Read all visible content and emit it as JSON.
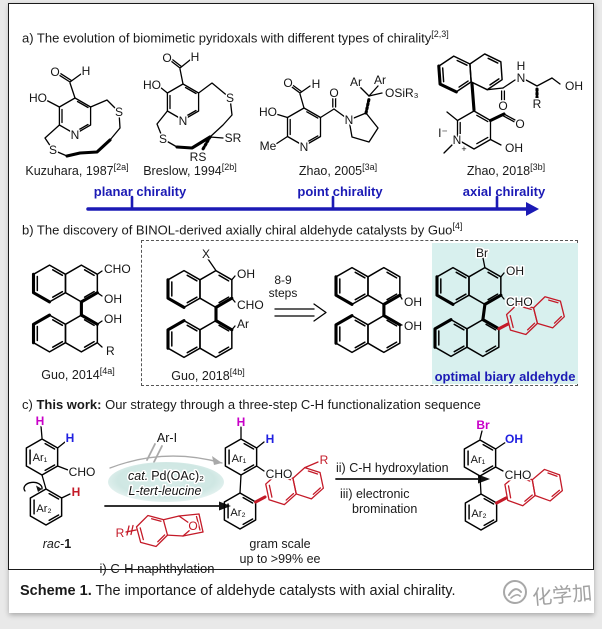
{
  "colors": {
    "blue": "#1b1ab5",
    "red": "#c41a28",
    "magenta": "#c800c8",
    "atom_blue": "#2020e0",
    "cyan_bg": "#d8f0ee",
    "teal_oval": "#cfe7e3"
  },
  "caption": {
    "bold": "Scheme 1.",
    "rest": " The importance of aldehyde catalysts with axial chirality.",
    "watermark": "化学加"
  },
  "section_a": {
    "title": "a) The evolution of biomimetic pyridoxals with different types of chirality",
    "title_sup": "[2,3]",
    "names": [
      {
        "label": "Kuzuhara, 1987",
        "sup": "[2a]"
      },
      {
        "label": "Breslow, 1994",
        "sup": "[2b]"
      },
      {
        "label": "Zhao, 2005",
        "sup": "[3a]"
      },
      {
        "label": "Zhao, 2018",
        "sup": "[3b]"
      }
    ],
    "chirality": [
      "planar chirality",
      "point chirality",
      "axial chirality"
    ],
    "kuzuhara": {
      "o": "O",
      "h": "H",
      "ho": "HO",
      "n": "N",
      "s1": "S",
      "s2": "S"
    },
    "breslow": {
      "o": "O",
      "h": "H",
      "ho": "HO",
      "n": "N",
      "s1": "S",
      "s2": "S",
      "sr": "SR",
      "rs": "RS"
    },
    "zhao2005": {
      "o": "O",
      "h": "H",
      "ho": "HO",
      "me": "Me",
      "n1": "N",
      "o2": "O",
      "n2": "N",
      "ar1": "Ar",
      "ar2": "Ar",
      "osir": "OSiR₃"
    },
    "zhao2018": {
      "h": "H",
      "n": "N",
      "o1": "O",
      "r": "R",
      "oh1": "OH",
      "i": "I⁻",
      "n2": "N",
      "plus": "+",
      "o2": "O",
      "oh2": "OH"
    }
  },
  "section_b": {
    "title": "b) The discovery of BINOL-derived axially chiral aldehyde catalysts by Guo",
    "title_sup": "[4]",
    "guo2014": {
      "label": "Guo, 2014",
      "sup": "[4a]",
      "cho": "CHO",
      "oh1": "OH",
      "oh2": "OH",
      "r": "R"
    },
    "guo2018": {
      "label": "Guo, 2018",
      "sup": "[4b]",
      "x": "X",
      "oh": "OH",
      "cho": "CHO",
      "ar": "Ar"
    },
    "steps_line1": "8-9",
    "steps_line2": "steps",
    "binol": {
      "oh1": "OH",
      "oh2": "OH"
    },
    "optimal": {
      "label": "optimal biary aldehyde",
      "br": "Br",
      "oh": "OH",
      "cho": "CHO"
    }
  },
  "section_c": {
    "title_prefix": "c) ",
    "title_bold": "This work:",
    "title_rest": " Our strategy through a three-step C-H functionalization sequence",
    "rac1": {
      "h1": "H",
      "h2": "H",
      "ar1": "Ar₁",
      "cho": "CHO",
      "h3": "H",
      "ar2": "Ar₂",
      "label_it": "rac",
      "label_dash": "-",
      "label_bold": "1"
    },
    "arrow1": {
      "top": "Ar-I",
      "cat_it": "cat.",
      "cat_rest": "Pd(OAc)₂",
      "line2": "L-tert-leucine",
      "below": "i) C-H naphthylation"
    },
    "reagent": {
      "r": "R",
      "o": "O"
    },
    "product": {
      "h1": "H",
      "h2": "H",
      "ar1": "Ar₁",
      "cho": "CHO",
      "ar2": "Ar₂",
      "r": "R",
      "note1": "gram scale",
      "note2": "up to >99% ee"
    },
    "arrow2": {
      "line1": "ii) C-H hydroxylation",
      "line2": "iii) electronic",
      "line3": "bromination"
    },
    "final": {
      "br": "Br",
      "oh": "OH",
      "ar1": "Ar₁",
      "cho": "CHO",
      "ar2": "Ar₂"
    }
  }
}
